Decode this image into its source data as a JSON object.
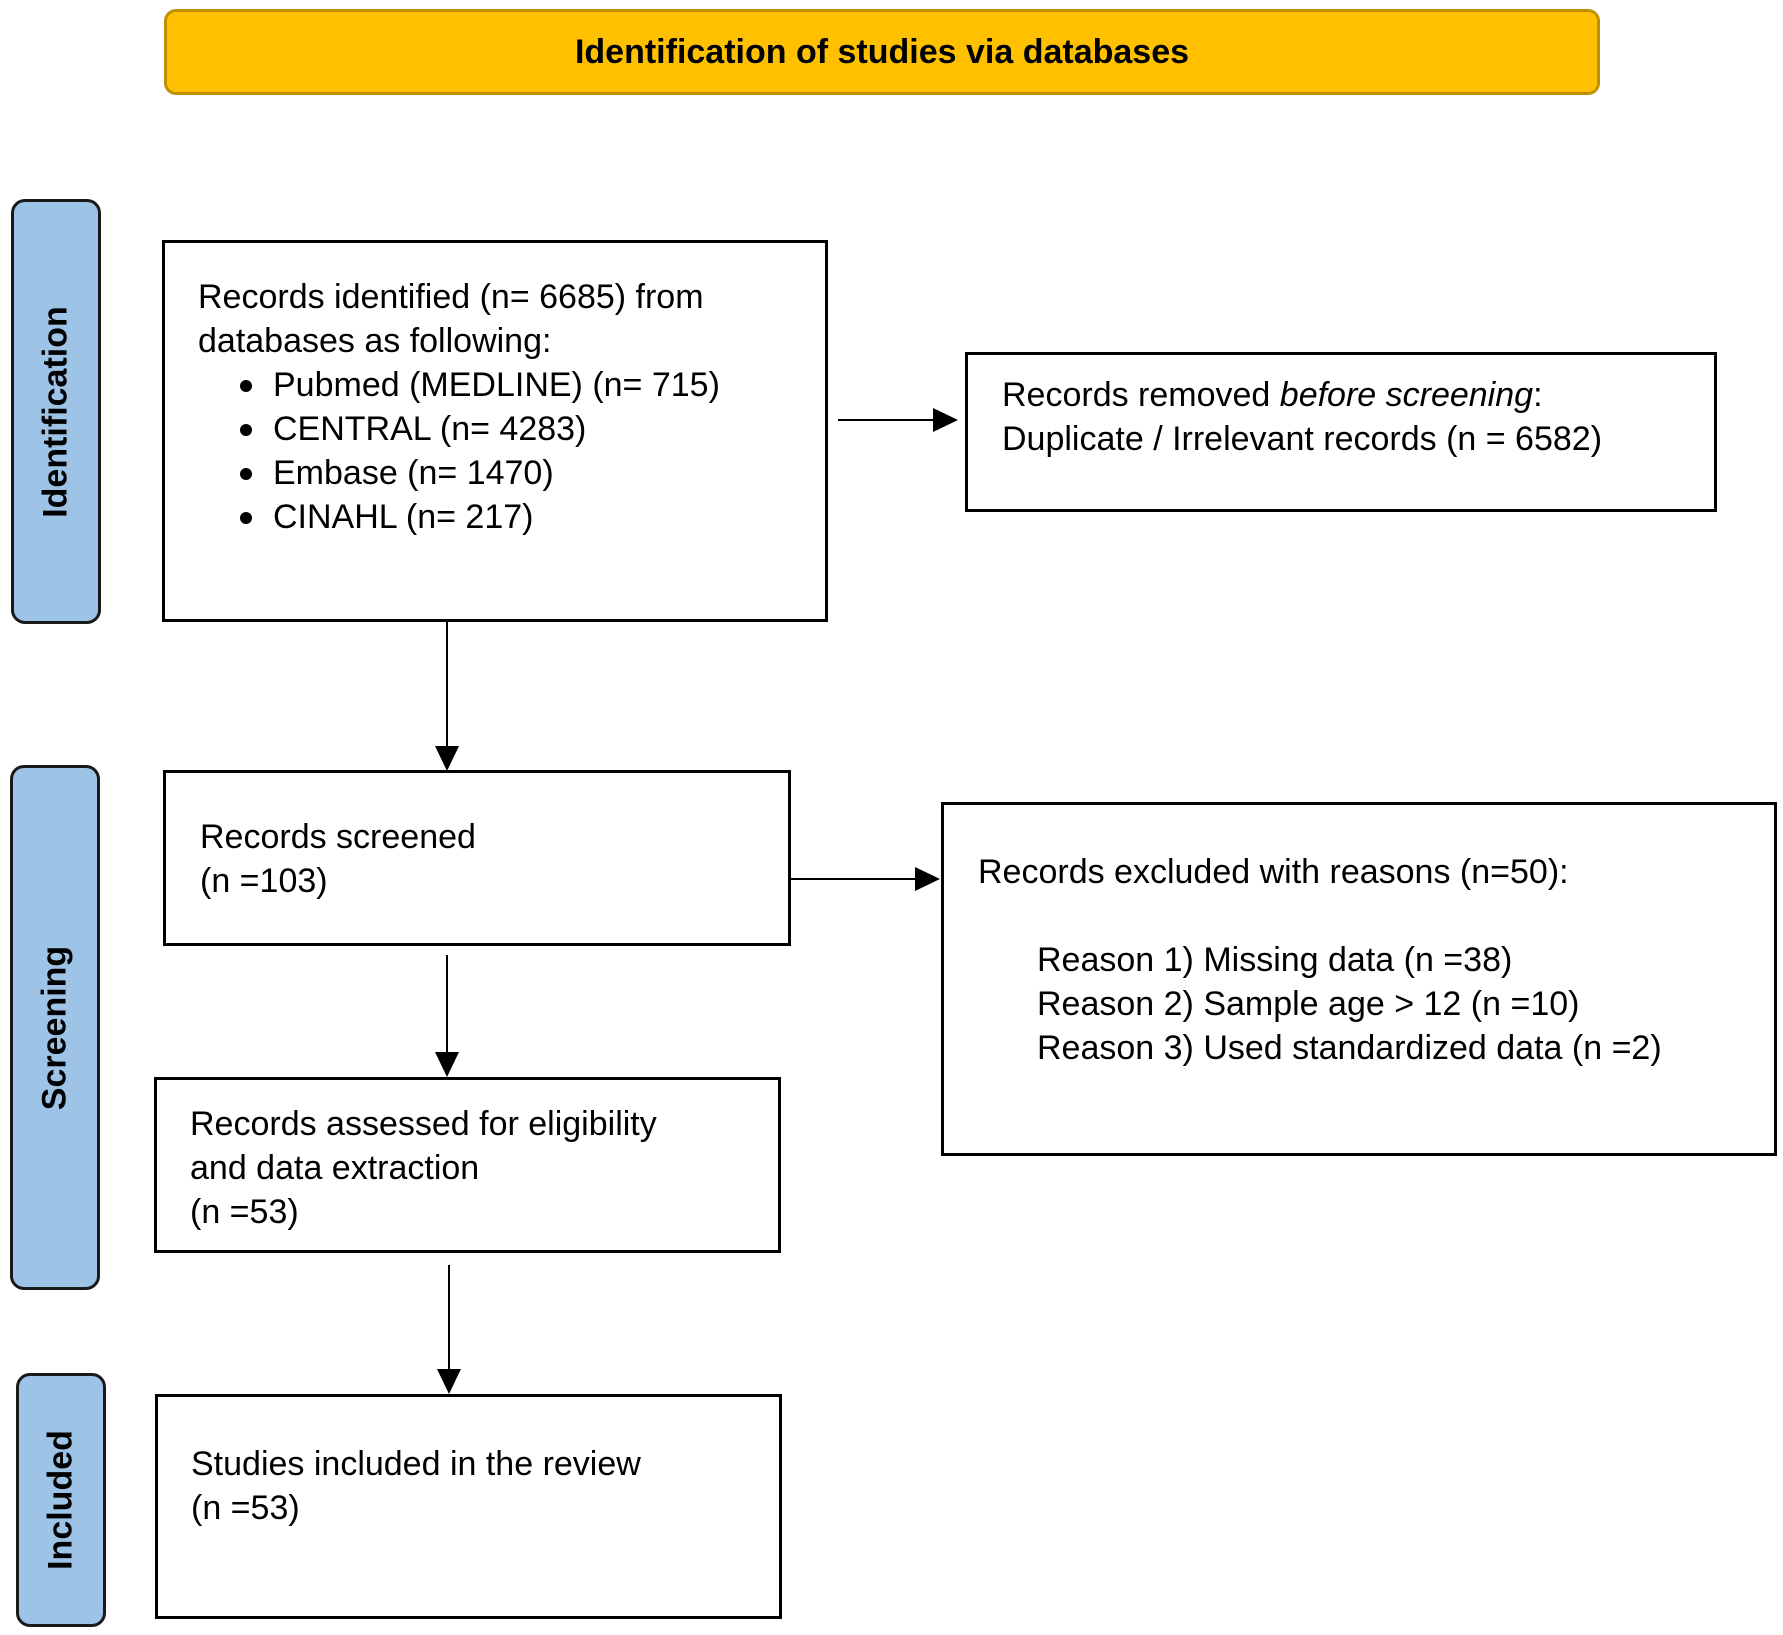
{
  "header": {
    "title": "Identification of studies via databases"
  },
  "phases": {
    "identification": "Identification",
    "screening": "Screening",
    "included": "Included"
  },
  "identified": {
    "line1": "Records identified (n= 6685) from",
    "line2": "databases as following:",
    "databases": [
      "Pubmed (MEDLINE) (n= 715)",
      "CENTRAL (n= 4283)",
      "Embase (n= 1470)",
      "CINAHL (n= 217)"
    ]
  },
  "removed": {
    "prefix": "Records removed ",
    "emphasis": "before screening",
    "suffix": ":",
    "line2": "Duplicate / Irrelevant records (n = 6582)"
  },
  "screened": {
    "line1": "Records screened",
    "line2": "(n =103)"
  },
  "excluded": {
    "line1": "Records excluded with reasons (n=50):",
    "reasons": [
      "Reason 1) Missing data (n =38)",
      "Reason 2) Sample age > 12 (n =10)",
      "Reason 3) Used standardized data (n =2)"
    ]
  },
  "eligibility": {
    "line1": "Records assessed for eligibility",
    "line2": "and data extraction",
    "line3": "(n =53)"
  },
  "included": {
    "line1": "Studies included in the review",
    "line2": "(n =53)"
  }
}
